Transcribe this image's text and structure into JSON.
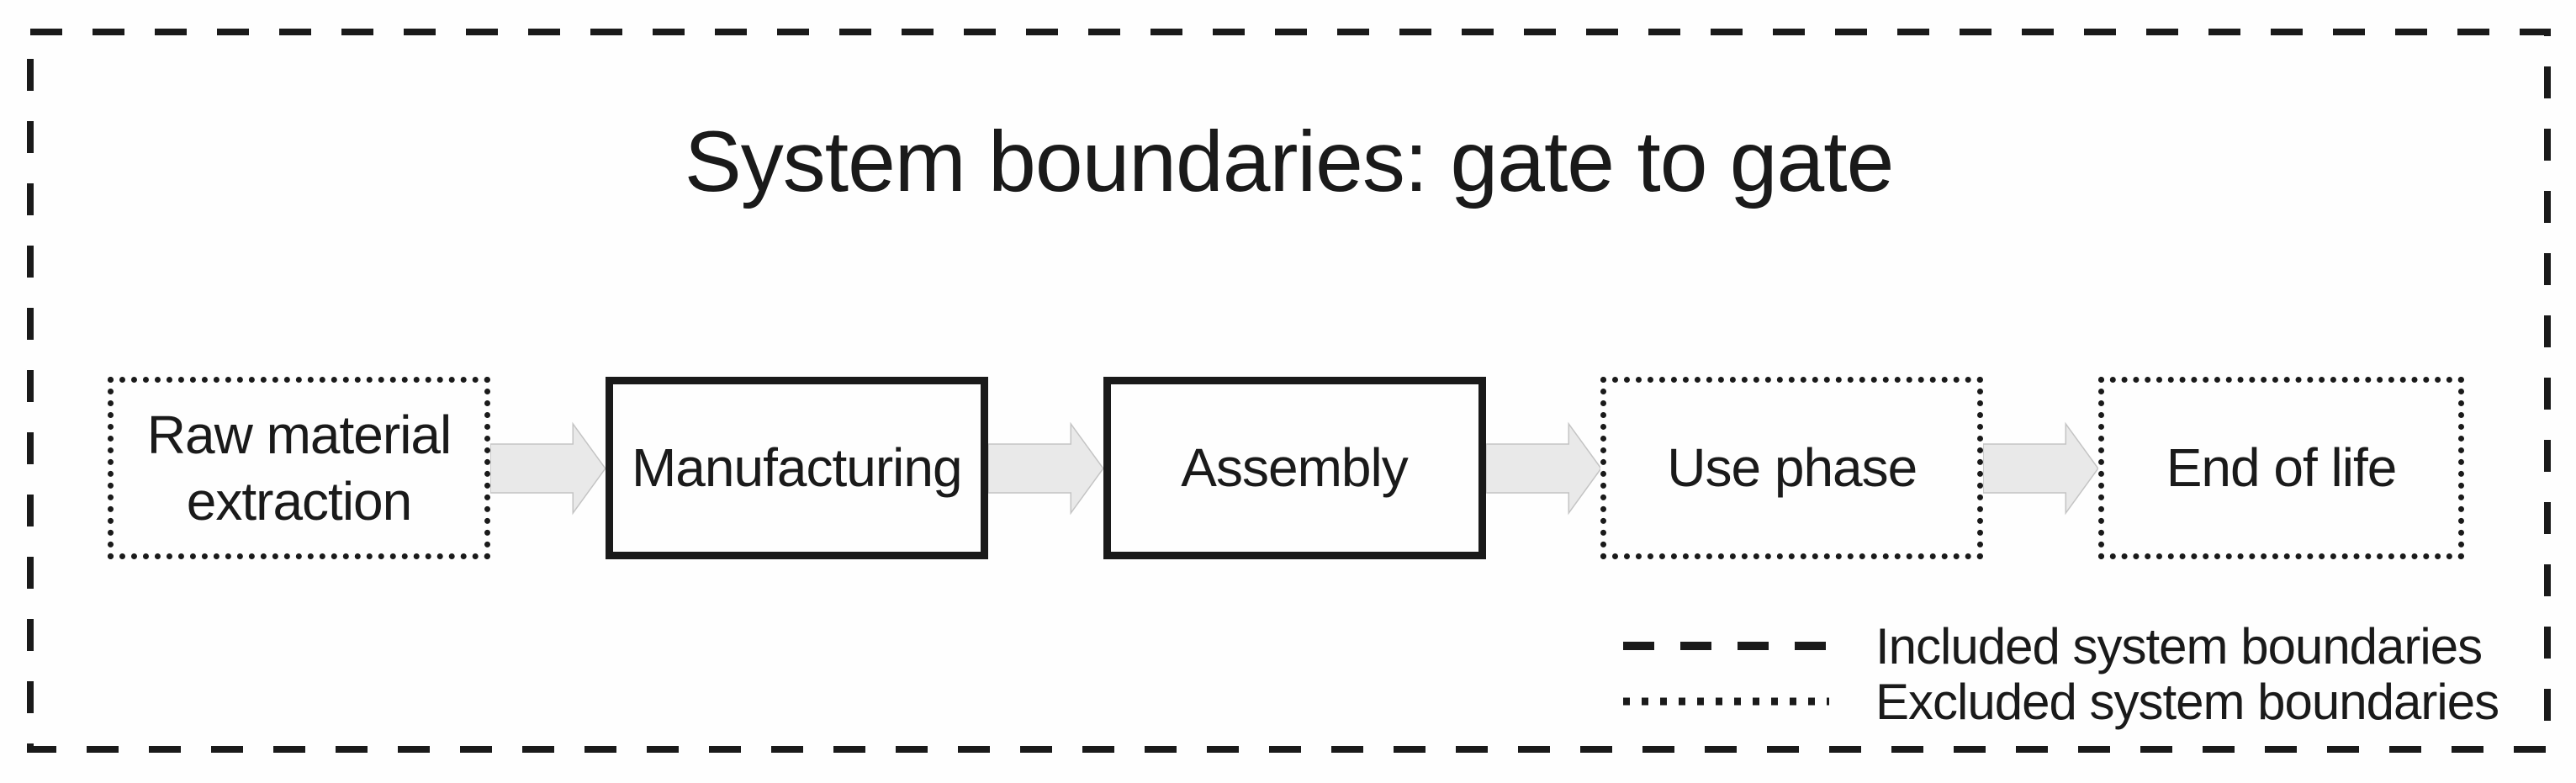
{
  "title": "System boundaries: gate to gate",
  "stages": [
    {
      "label": "Raw material extraction",
      "boundary": "excluded"
    },
    {
      "label": "Manufacturing",
      "boundary": "included"
    },
    {
      "label": "Assembly",
      "boundary": "included"
    },
    {
      "label": "Use phase",
      "boundary": "excluded"
    },
    {
      "label": "End of life",
      "boundary": "excluded"
    }
  ],
  "icons": {
    "flow_arrow": "right-block-arrow"
  },
  "legend": {
    "items": [
      {
        "style": "dashed",
        "label": "Included system boundaries"
      },
      {
        "style": "dotted",
        "label": "Excluded system boundaries"
      }
    ]
  },
  "colors": {
    "ink": "#1a1a1a",
    "arrow-fill": "#e9e9e9",
    "arrow-stroke": "#c4c4c4",
    "bg": "#fefefe"
  }
}
